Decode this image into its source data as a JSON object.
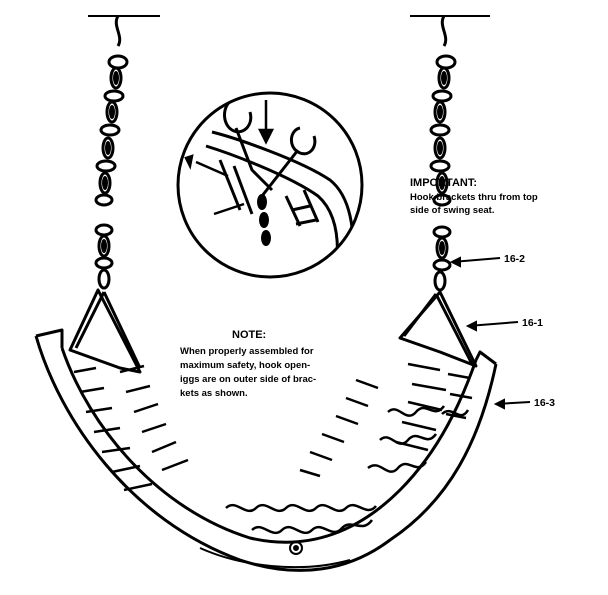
{
  "important": {
    "heading": "IMPORTANT:",
    "lines": [
      "Hook brackets thru from top",
      "side of swing seat."
    ]
  },
  "note": {
    "heading": "NOTE:",
    "lines": [
      "When properly assembled for",
      "maximum safety, hook open-",
      "iggs are on outer side of brac-",
      "kets as shown."
    ]
  },
  "part_labels": {
    "chain": "16-2",
    "bracket": "16-1",
    "seat": "16-3"
  },
  "colors": {
    "ink": "#000000",
    "paper": "#ffffff"
  }
}
